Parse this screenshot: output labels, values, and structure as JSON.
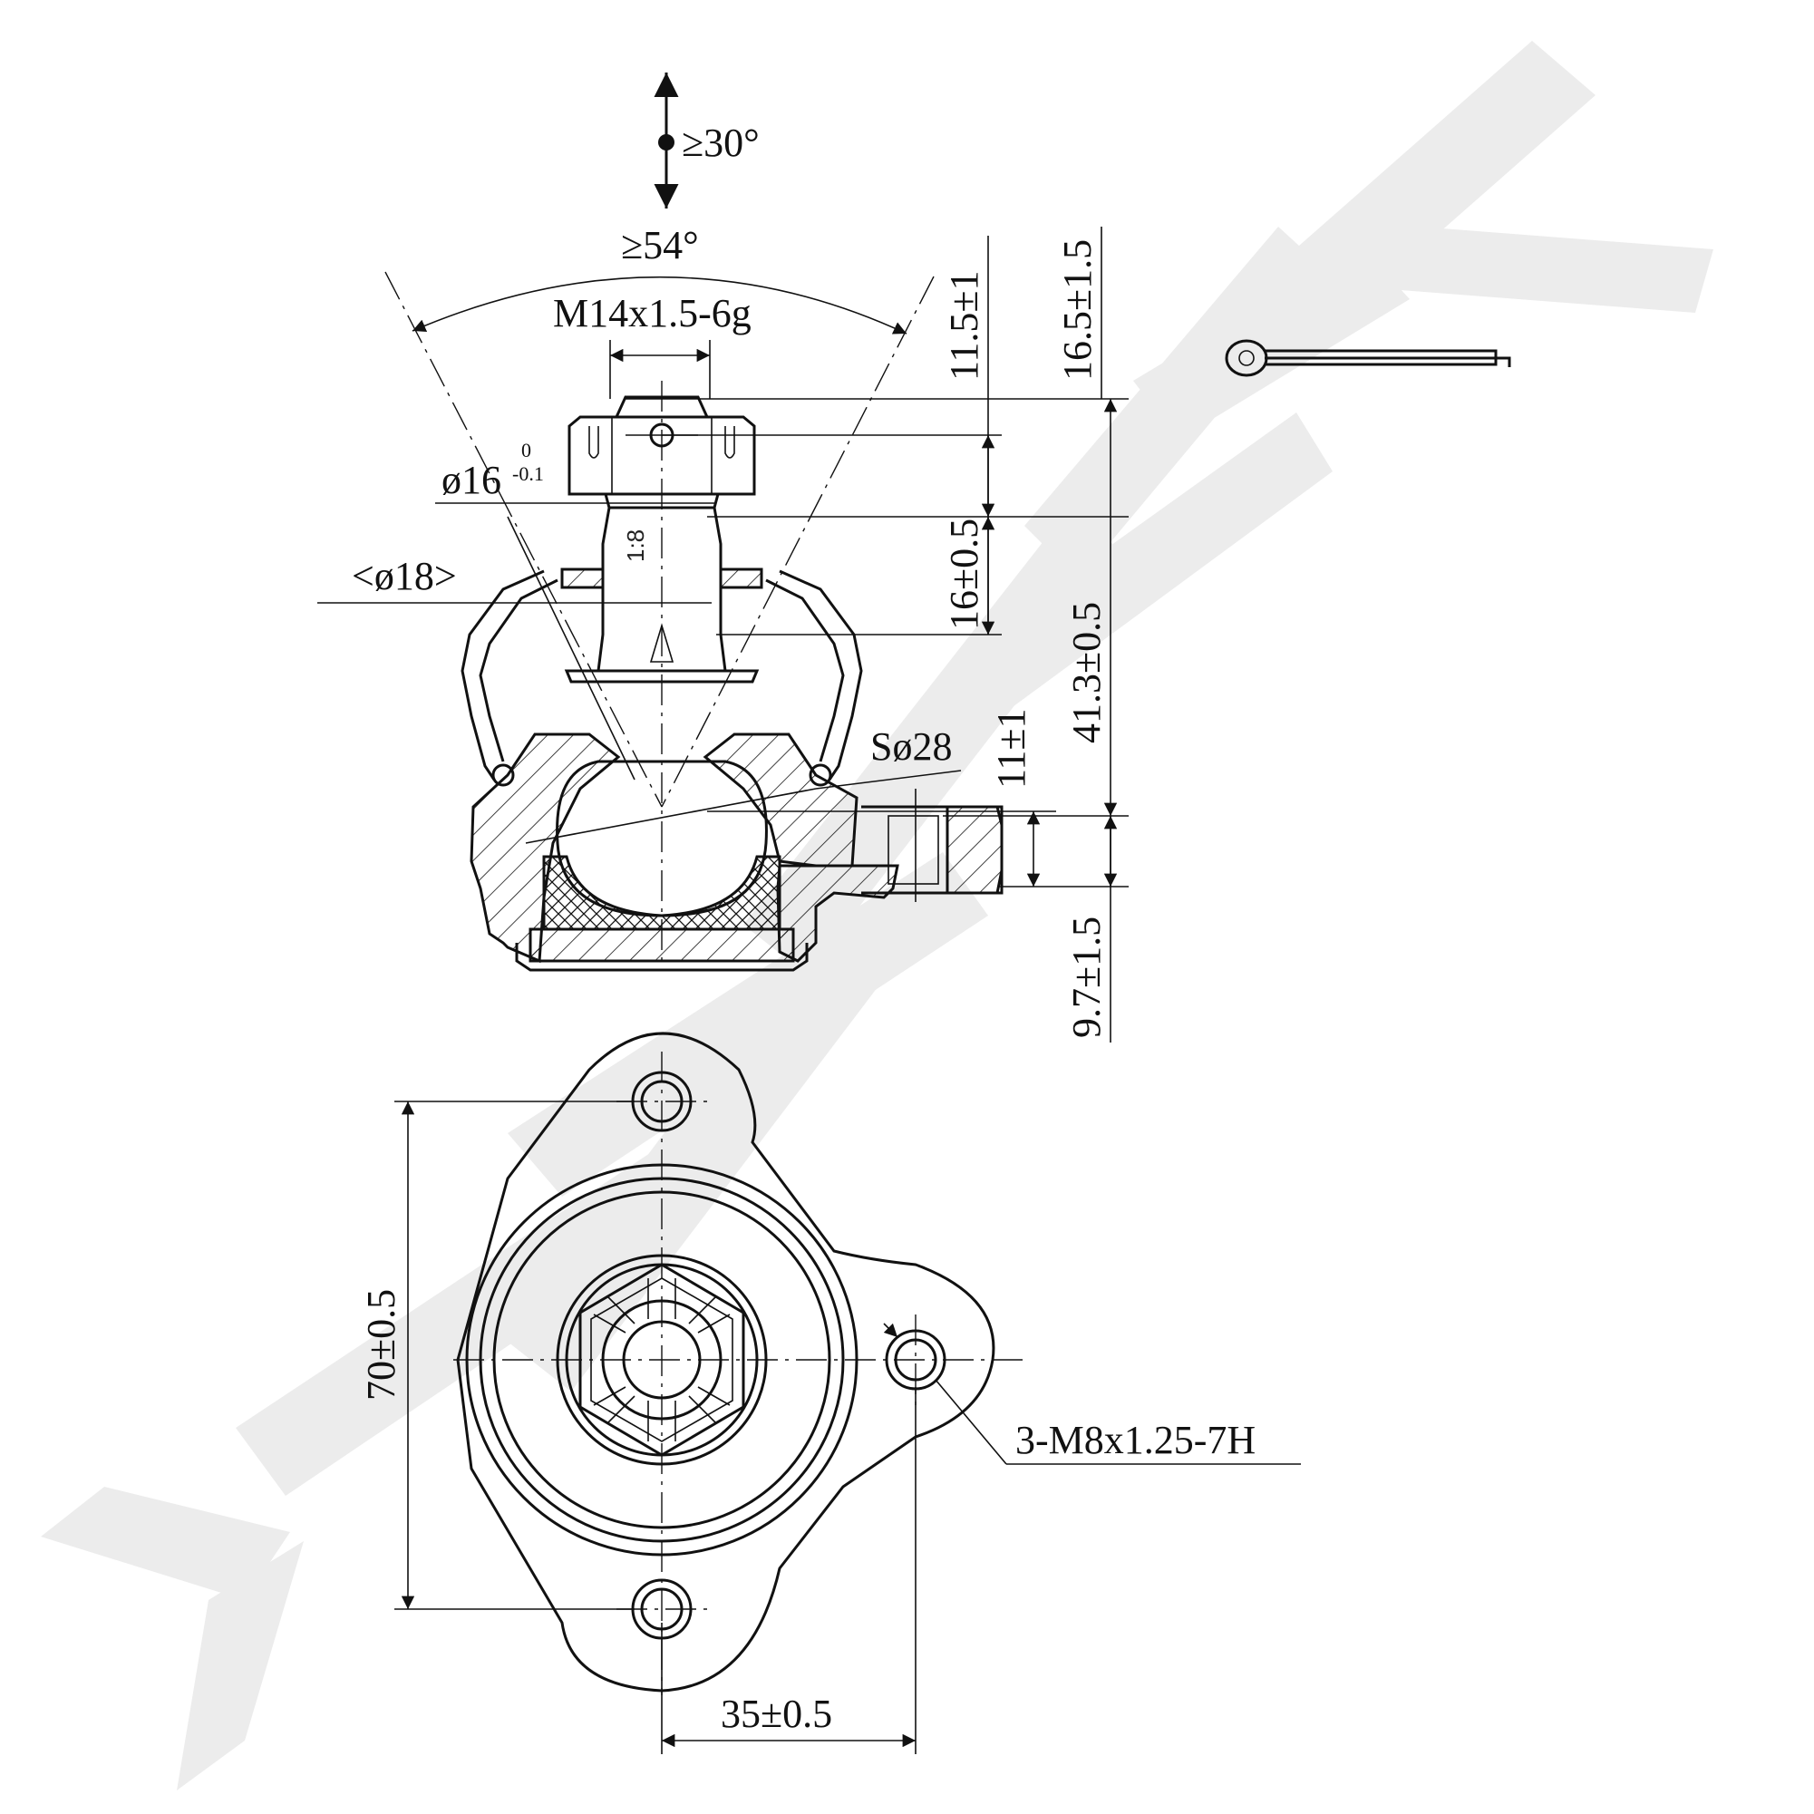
{
  "watermark": {
    "glyph_id": "znwek-logo"
  },
  "side_view": {
    "angle_top": "≥30°",
    "angle_swing": "≥54°",
    "thread": "M14x1.5-6g",
    "stud_diameter": "ø16",
    "stud_diameter_tol_upper": "0",
    "stud_diameter_tol_lower": "-0.1",
    "taper_diameter": "<ø18>",
    "taper_ratio": "1:8",
    "ball_sphere": "Sø28",
    "dims": {
      "d_11_5": "11.5±1",
      "d_16_5": "16.5±1.5",
      "d_16": "16±0.5",
      "d_41_3": "41.3±0.5",
      "d_11": "11±1",
      "d_9_7": "9.7±1.5"
    }
  },
  "bottom_view": {
    "height_dim": "70±0.5",
    "offset_dim": "35±0.5",
    "bolt_thread": "3-M8x1.25-7H"
  }
}
